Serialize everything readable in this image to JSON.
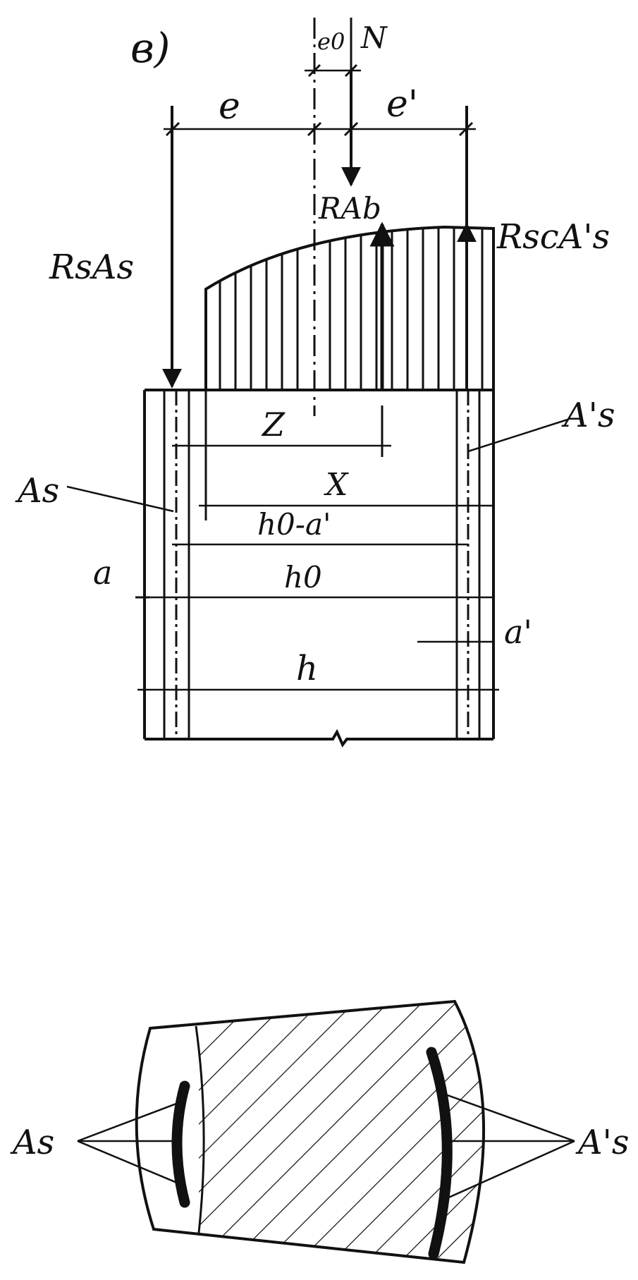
{
  "figure_label": "в)",
  "labels": {
    "eccentricity": "e0",
    "axial_force": "N",
    "e": "e",
    "e_prime": "e'",
    "concrete_resultant": "RAb",
    "tension_steel_force": "RsAs",
    "compression_steel_force": "RscA's",
    "compression_steel": "A's",
    "tension_steel": "As",
    "lever_arm": "Z",
    "compressed_zone": "X",
    "h0_minus_a_prime": "h0-a'",
    "effective_depth": "h0",
    "cover_a": "a",
    "cover_a_prime": "a'",
    "section_height": "h"
  },
  "cross_section": {
    "tension_steel": "As",
    "compression_steel": "A's"
  },
  "colors": {
    "ink": "#111111",
    "paper": "#ffffff"
  }
}
